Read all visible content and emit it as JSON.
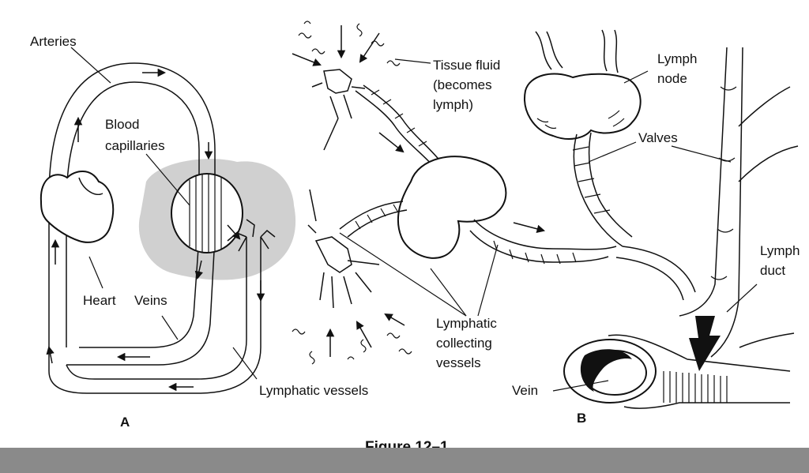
{
  "labels": {
    "arteries": "Arteries",
    "blood_capillaries_1": "Blood",
    "blood_capillaries_2": "capillaries",
    "heart": "Heart",
    "veins": "Veins",
    "lymphatic_vessels": "Lymphatic vessels",
    "tissue_fluid_1": "Tissue fluid",
    "tissue_fluid_2": "(becomes",
    "tissue_fluid_3": "lymph)",
    "lymph_node_1": "Lymph",
    "lymph_node_2": "node",
    "valves": "Valves",
    "lymph_duct_1": "Lymph",
    "lymph_duct_2": "duct",
    "lymphatic_collecting_1": "Lymphatic",
    "lymphatic_collecting_2": "collecting",
    "lymphatic_collecting_3": "vessels",
    "vein": "Vein"
  },
  "panels": {
    "a": "A",
    "b": "B"
  },
  "caption": "Figure 12–1",
  "colors": {
    "ink": "#111111",
    "tissue_shade": "#d0d0d0",
    "footer_bar": "#8a8a8a"
  }
}
